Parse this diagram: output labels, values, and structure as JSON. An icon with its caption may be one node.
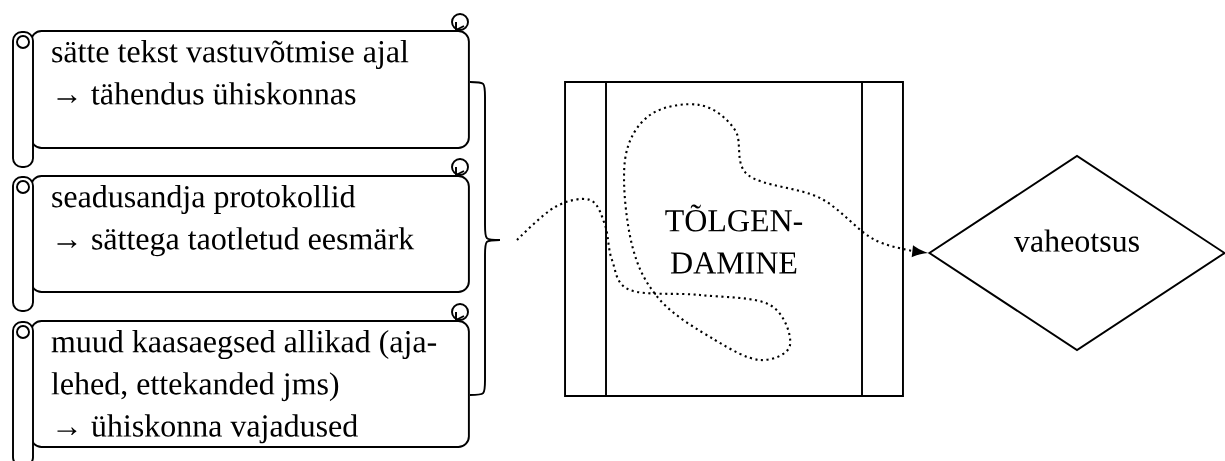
{
  "diagram": {
    "nodes": [
      {
        "text": [
          "sätte tekst vastuvõtmise ajal",
          "→ tähendus ühiskonnas"
        ]
      },
      {
        "text": [
          "seadusandja protokollid",
          "→ sättega taotletud eesmärk"
        ]
      },
      {
        "text": [
          "muud kaasaegsed allikad (aja- lehed, ettekanded jms)",
          "→ ühiskonna vajadused"
        ]
      },
      {
        "text": [
          "TÕLGEN- DAMINE"
        ]
      },
      {
        "text": [
          "vaheotsus"
        ]
      }
    ],
    "edges": [
      {
        "from": null,
        "to": 4,
        "arrow": "to",
        "style": "dashed"
      }
    ]
  }
}
